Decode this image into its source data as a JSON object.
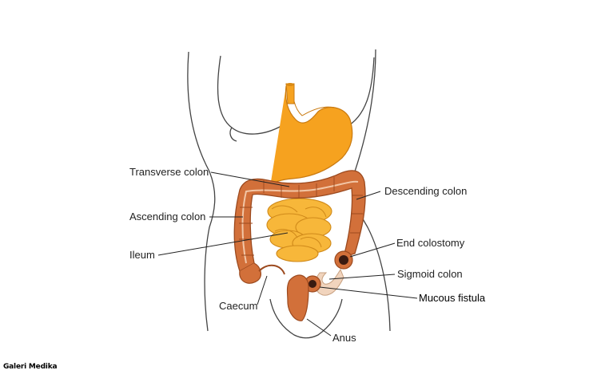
{
  "labels": {
    "transverse_colon": "Transverse colon",
    "descending_colon": "Descending colon",
    "ascending_colon": "Ascending colon",
    "ileum": "Ileum",
    "end_colostomy": "End colostomy",
    "sigmoid_colon": "Sigmoid colon",
    "mucous_fistula": "Mucous fistula",
    "caecum": "Caecum",
    "anus": "Anus"
  },
  "watermark": "Galeri Medika",
  "colors": {
    "stomach": "#f6a21f",
    "small_intestine": "#f7b73a",
    "colon": "#d2703a",
    "colon_highlight": "#f2c6a6",
    "stoma": "#3a1a10",
    "sigmoid": "#f1d4bd",
    "outline": "#3a3a3a"
  }
}
